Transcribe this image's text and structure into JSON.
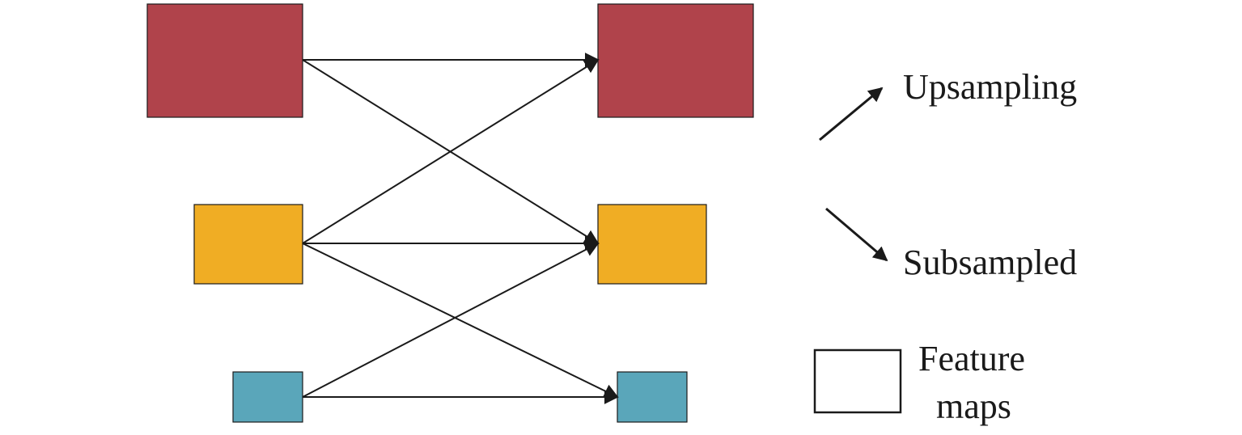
{
  "colors": {
    "high_res": "#B0434B",
    "mid_res": "#F0AD24",
    "low_res": "#5AA6BA",
    "stroke": "#1a1a1a",
    "background": "#ffffff"
  },
  "legend": {
    "upsampling_label": "Upsampling",
    "subsampled_label": "Subsampled",
    "feature_maps_label_line1": "Feature",
    "feature_maps_label_line2": "maps"
  }
}
